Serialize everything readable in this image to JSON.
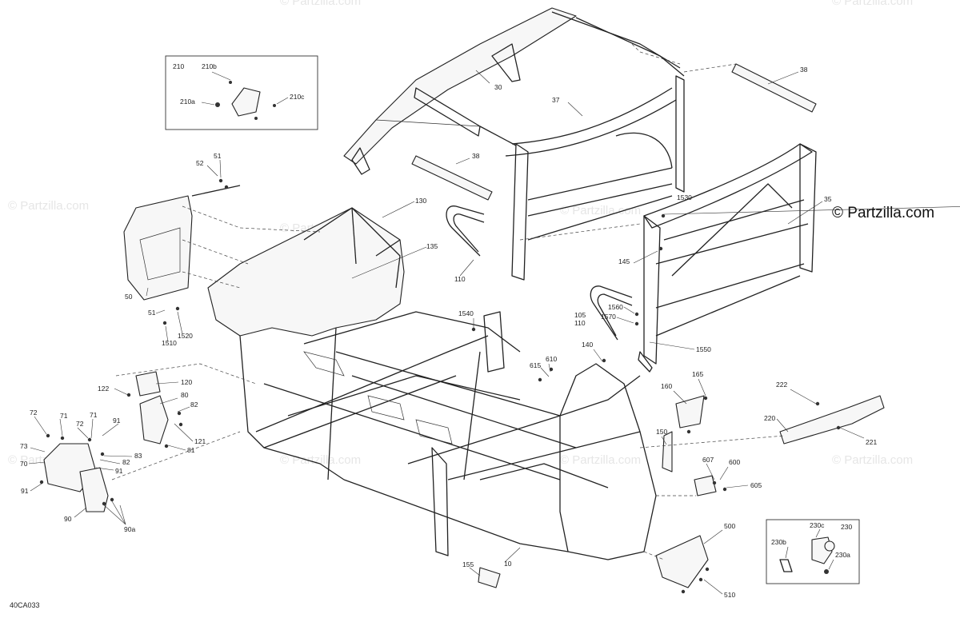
{
  "watermark": "© Partzilla.com",
  "brand": "© Partzilla.com",
  "drawing_code": "40CA033",
  "inset_top": {
    "title": "210",
    "parts": [
      "210b",
      "210a",
      "210c"
    ]
  },
  "inset_bottom": {
    "title": "230",
    "parts": [
      "230c",
      "230b",
      "230a"
    ]
  },
  "callouts": {
    "c30": "30",
    "c37": "37",
    "c38a": "38",
    "c38b": "38",
    "c35": "35",
    "c51a": "51",
    "c52": "52",
    "c51b": "51",
    "c50": "50",
    "c1510": "1510",
    "c1520": "1520",
    "c130": "130",
    "c135": "135",
    "c110": "110",
    "c1530": "1530",
    "c145": "145",
    "c105": "105",
    "c110b": "110",
    "c1560": "1560",
    "c1570": "1570",
    "c1550": "1550",
    "c1540": "1540",
    "c615": "615",
    "c610": "610",
    "c140": "140",
    "c120": "120",
    "c122": "122",
    "c80": "80",
    "c82a": "82",
    "c121": "121",
    "c81": "81",
    "c83": "83",
    "c82b": "82",
    "c91a": "91",
    "c91b": "91",
    "c91c": "91",
    "c72a": "72",
    "c71a": "71",
    "c72b": "72",
    "c71b": "71",
    "c73": "73",
    "c70": "70",
    "c90": "90",
    "c90a": "90a",
    "c165": "165",
    "c160": "160",
    "c150": "150",
    "c607": "607",
    "c600": "600",
    "c605": "605",
    "c222": "222",
    "c220": "220",
    "c221": "221",
    "c500": "500",
    "c510": "510",
    "c10": "10",
    "c155": "155"
  }
}
